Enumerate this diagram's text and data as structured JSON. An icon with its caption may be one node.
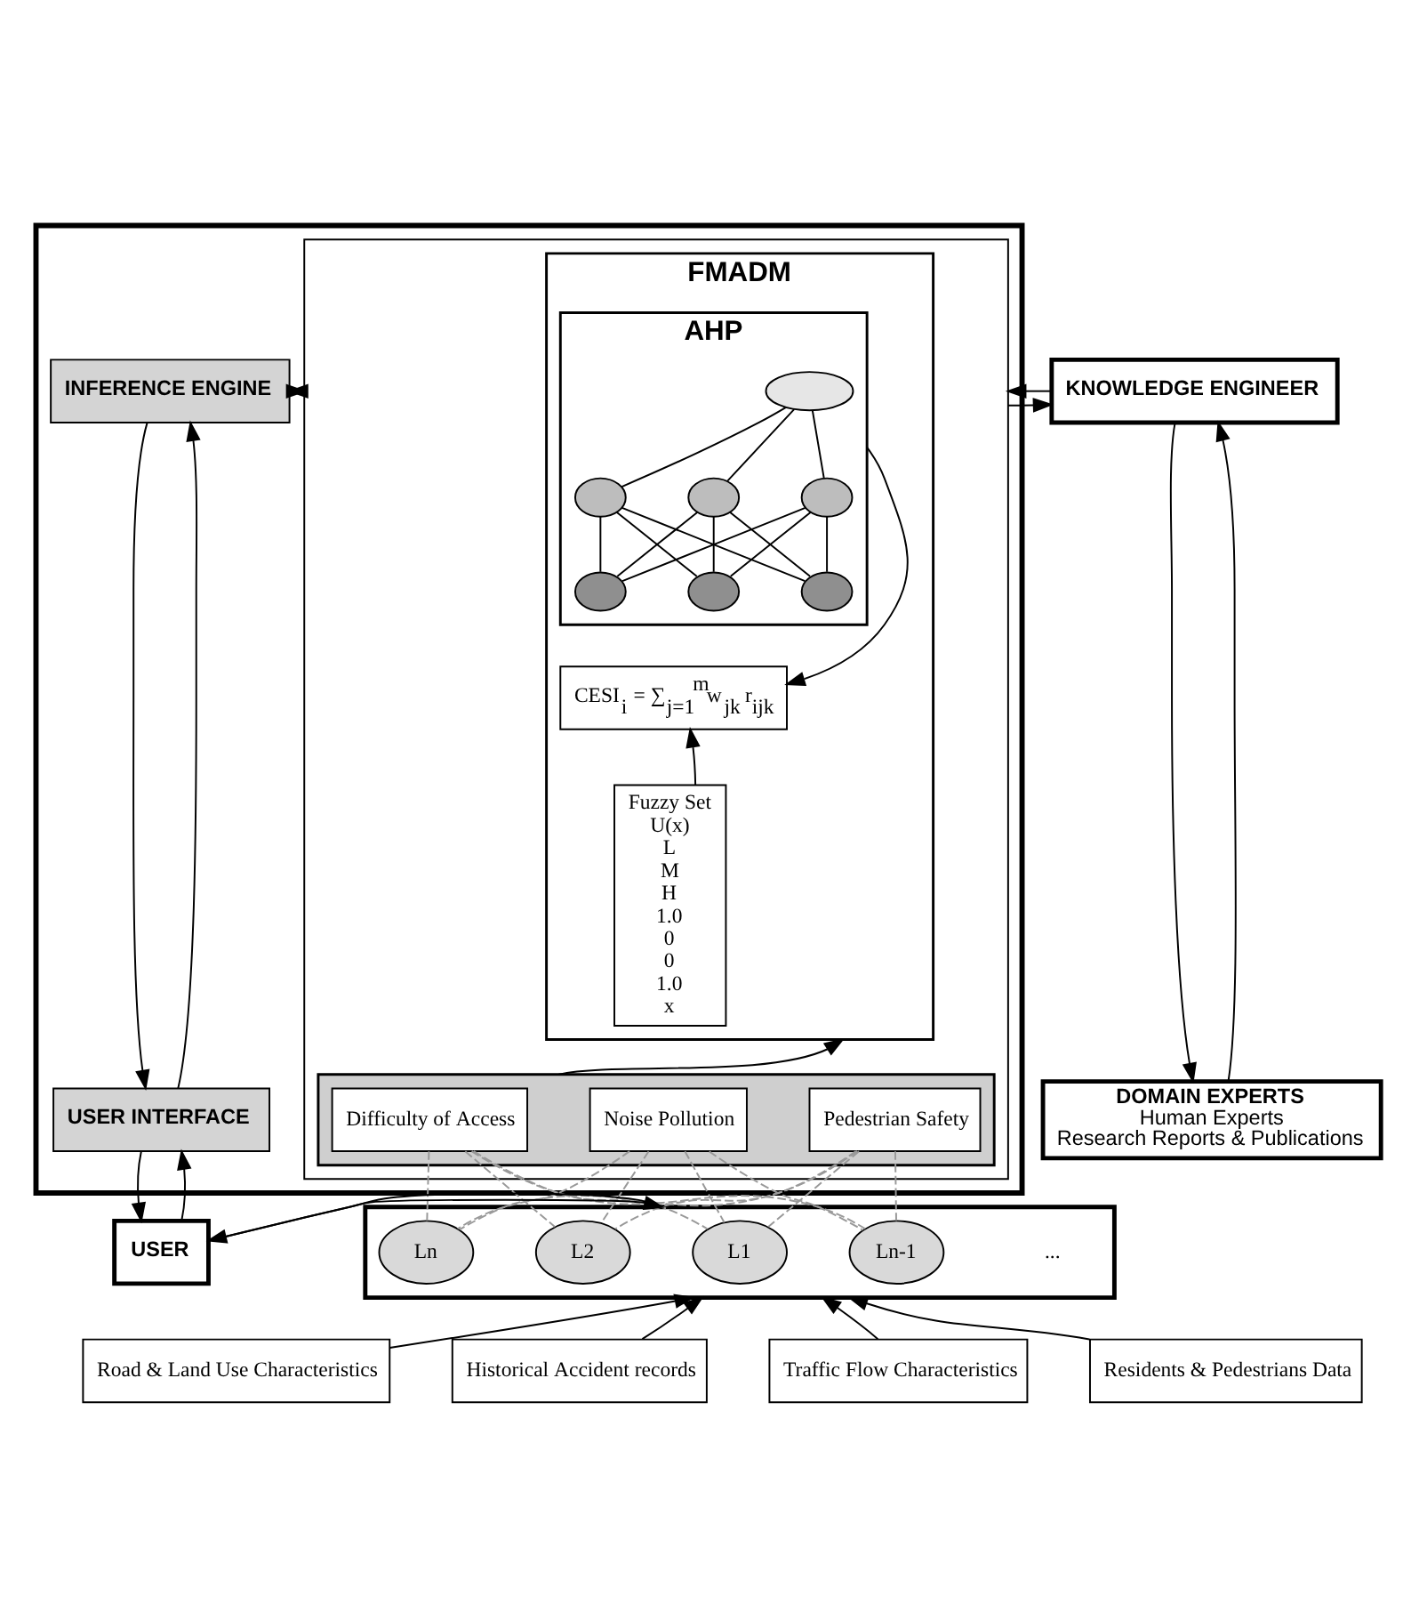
{
  "diagram": {
    "nodes": [
      {
        "text": [],
        "shape": "box"
      },
      {
        "text": [
          "INFERENCE ENGINE"
        ],
        "in": 0
      },
      {
        "text": [
          "USER INTERFACE"
        ],
        "in": 0
      },
      {
        "text": [],
        "shape": "box",
        "in": 0
      },
      {
        "text": [
          "FMADM"
        ],
        "in": 3
      },
      {
        "text": [
          "AHP"
        ],
        "in": 4
      },
      {
        "text": [],
        "shape": "circle",
        "in": 5
      },
      {
        "text": [],
        "shape": "circle",
        "in": 5
      },
      {
        "text": [],
        "shape": "circle",
        "in": 5
      },
      {
        "text": [],
        "shape": "circle",
        "in": 5
      },
      {
        "text": [],
        "shape": "circle",
        "in": 5
      },
      {
        "text": [],
        "shape": "circle",
        "in": 5
      },
      {
        "text": [],
        "shape": "circle",
        "in": 5
      },
      {
        "text": [
          "CESI$_{i}$ = ∑$_{j=1}$$^{m}$w$_{jk}$ r$_{ijk}$"
        ],
        "in": 4
      },
      {
        "text": [
          "Fuzzy Set",
          "U(x)",
          "L",
          "M",
          "H",
          "1.0",
          "0",
          "0",
          "1.0",
          "x"
        ],
        "in": 4
      },
      {
        "text": [],
        "shape": "box",
        "in": 3
      },
      {
        "text": [
          "Difficulty of Access"
        ],
        "in": 15
      },
      {
        "text": [
          "Noise Pollution"
        ],
        "in": 15
      },
      {
        "text": [
          "Pedestrian Safety"
        ],
        "in": 15
      },
      {
        "text": [
          "KNOWLEDGE ENGINEER"
        ]
      },
      {
        "text": [
          "DOMAIN EXPERTS",
          "Human Experts",
          "Research Reports & Publications"
        ]
      },
      {
        "text": [
          "USER"
        ]
      },
      {
        "text": [],
        "shape": "box"
      },
      {
        "text": [
          "L1"
        ],
        "in": 22
      },
      {
        "text": [
          "L2"
        ],
        "in": 22
      },
      {
        "text": [
          "Ln-1"
        ],
        "in": 22
      },
      {
        "text": [
          "Ln"
        ],
        "in": 22
      },
      {
        "text": [
          "Road & Land Use Characteristics"
        ]
      },
      {
        "text": [
          "Historical Accident records"
        ]
      },
      {
        "text": [
          "Traffic Flow Characteristics"
        ]
      },
      {
        "text": [
          "Residents & Pedestrians Data"
        ]
      }
    ],
    "edges": [
      {
        "from": 1,
        "to": 3,
        "arrow": "to"
      },
      {
        "from": 3,
        "to": 1,
        "arrow": "to"
      },
      {
        "from": 3,
        "to": 19,
        "arrow": "to"
      },
      {
        "from": 19,
        "to": 3,
        "arrow": "to"
      },
      {
        "from": 1,
        "to": 2,
        "arrow": "to"
      },
      {
        "from": 2,
        "to": 1,
        "arrow": "to"
      },
      {
        "from": 2,
        "to": 21,
        "arrow": "to"
      },
      {
        "from": 21,
        "to": 2,
        "arrow": "to"
      },
      {
        "from": 21,
        "to": 22,
        "arrow": "to"
      },
      {
        "from": 22,
        "to": 21,
        "arrow": "to"
      },
      {
        "from": 19,
        "to": 20,
        "arrow": "to"
      },
      {
        "from": 20,
        "to": 19,
        "arrow": "to"
      },
      {
        "from": 5,
        "to": 13,
        "arrow": "to"
      },
      {
        "from": 14,
        "to": 13,
        "arrow": "to"
      },
      {
        "from": 15,
        "to": 4,
        "arrow": "to"
      },
      {
        "from": 6,
        "to": 7,
        "arrow": "none"
      },
      {
        "from": 6,
        "to": 8,
        "arrow": "none"
      },
      {
        "from": 6,
        "to": 9,
        "arrow": "none"
      },
      {
        "from": 7,
        "to": 10,
        "arrow": "none"
      },
      {
        "from": 7,
        "to": 11,
        "arrow": "none"
      },
      {
        "from": 7,
        "to": 12,
        "arrow": "none"
      },
      {
        "from": 8,
        "to": 10,
        "arrow": "none"
      },
      {
        "from": 8,
        "to": 11,
        "arrow": "none"
      },
      {
        "from": 8,
        "to": 12,
        "arrow": "none"
      },
      {
        "from": 9,
        "to": 10,
        "arrow": "none"
      },
      {
        "from": 9,
        "to": 11,
        "arrow": "none"
      },
      {
        "from": 9,
        "to": 12,
        "arrow": "none"
      },
      {
        "from": 16,
        "to": 23,
        "arrow": "none",
        "style": "dashed",
        "color": "#999999"
      },
      {
        "from": 16,
        "to": 24,
        "arrow": "none",
        "style": "dashed",
        "color": "#999999"
      },
      {
        "from": 16,
        "to": 25,
        "arrow": "none",
        "style": "dashed",
        "color": "#999999"
      },
      {
        "from": 16,
        "to": 26,
        "arrow": "none",
        "style": "dashed",
        "color": "#999999"
      },
      {
        "from": 17,
        "to": 23,
        "arrow": "none",
        "style": "dashed",
        "color": "#999999"
      },
      {
        "from": 17,
        "to": 24,
        "arrow": "none",
        "style": "dashed",
        "color": "#999999"
      },
      {
        "from": 17,
        "to": 25,
        "arrow": "none",
        "style": "dashed",
        "color": "#999999"
      },
      {
        "from": 17,
        "to": 26,
        "arrow": "none",
        "style": "dashed",
        "color": "#999999"
      },
      {
        "from": 18,
        "to": 23,
        "arrow": "none",
        "style": "dashed",
        "color": "#999999"
      },
      {
        "from": 18,
        "to": 24,
        "arrow": "none",
        "style": "dashed",
        "color": "#999999"
      },
      {
        "from": 18,
        "to": 25,
        "arrow": "none",
        "style": "dashed",
        "color": "#999999"
      },
      {
        "from": 18,
        "to": 26,
        "arrow": "none",
        "style": "dashed",
        "color": "#999999"
      },
      {
        "from": 27,
        "to": 22,
        "arrow": "to"
      },
      {
        "from": 28,
        "to": 22,
        "arrow": "to"
      },
      {
        "from": 29,
        "to": 22,
        "arrow": "to"
      },
      {
        "from": 30,
        "to": 22,
        "arrow": "to"
      }
    ],
    "labels": [
      "..."
    ]
  }
}
